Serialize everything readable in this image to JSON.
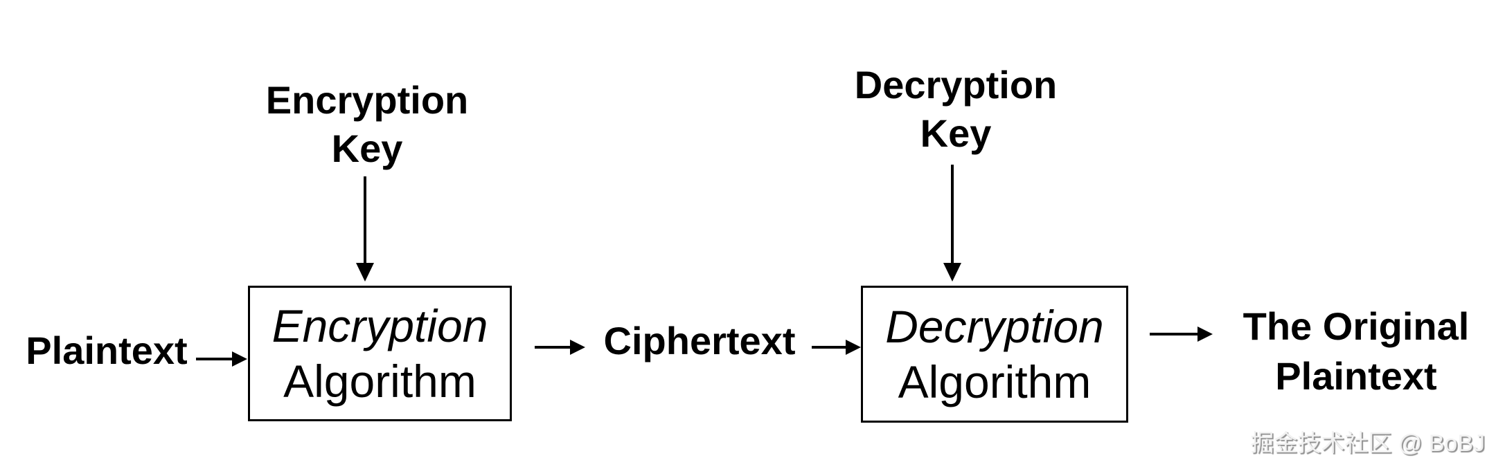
{
  "theme": {
    "bg": "#ffffff",
    "ink": "#000000",
    "watermark_fill": "#f2f2f2",
    "watermark_shadow": "#8f8f8f"
  },
  "diagram": {
    "encryption_key_label": {
      "line1": "Encryption",
      "line2": "Key"
    },
    "decryption_key_label": {
      "line1": "Decryption",
      "line2": "Key"
    },
    "plaintext_label": "Plaintext",
    "ciphertext_label": "Ciphertext",
    "original_plaintext_label": {
      "line1": "The Original",
      "line2": "Plaintext"
    },
    "encryption_box": {
      "line1": "Encryption",
      "line2": "Algorithm"
    },
    "decryption_box": {
      "line1": "Decryption",
      "line2": "Algorithm"
    },
    "watermark": "掘金技术社区 @ BoBJ"
  }
}
